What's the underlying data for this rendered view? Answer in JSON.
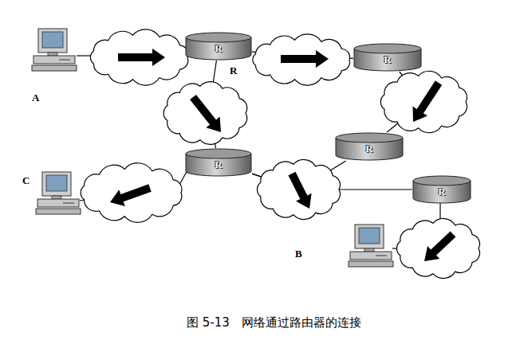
{
  "diagram": {
    "caption": "图 5-13　网络通过路由器的连接",
    "nodes": [
      {
        "text": [
          "R"
        ]
      },
      {
        "text": [
          "R"
        ]
      },
      {
        "text": [
          "R"
        ]
      },
      {
        "text": [
          "R"
        ]
      },
      {
        "text": [
          "R"
        ]
      }
    ],
    "edges": [
      {
        "from": 0,
        "to": 1,
        "arrow": "none"
      },
      {
        "from": 0,
        "to": 2,
        "arrow": "none"
      },
      {
        "from": 1,
        "to": 3,
        "arrow": "none"
      },
      {
        "from": 2,
        "to": 3,
        "arrow": "none"
      },
      {
        "from": 2,
        "to": 4,
        "arrow": "none"
      }
    ],
    "labels": [
      "R",
      "A",
      "C",
      "B"
    ]
  }
}
